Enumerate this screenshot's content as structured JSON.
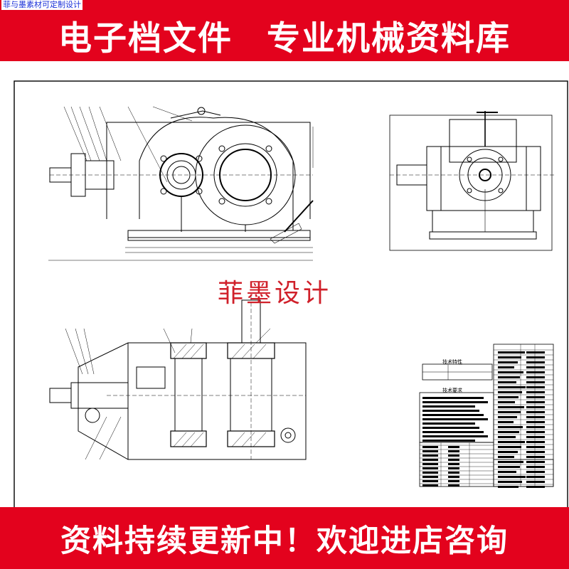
{
  "watermark": "菲与墨素材可定制设计",
  "banner_top": {
    "left": "电子档文件",
    "right": "专业机械资料库"
  },
  "stamp": "菲墨设计",
  "banner_bottom": "资料持续更新中！欢迎进店咨询",
  "title_block": {
    "table1_caption": "技术特性",
    "table2_caption": "技术要求"
  },
  "colors": {
    "banner": "#e3021d",
    "banner_text": "#ffffff",
    "stamp": "#d0202a",
    "watermark": "#1a2fd8",
    "line": "#000000"
  }
}
